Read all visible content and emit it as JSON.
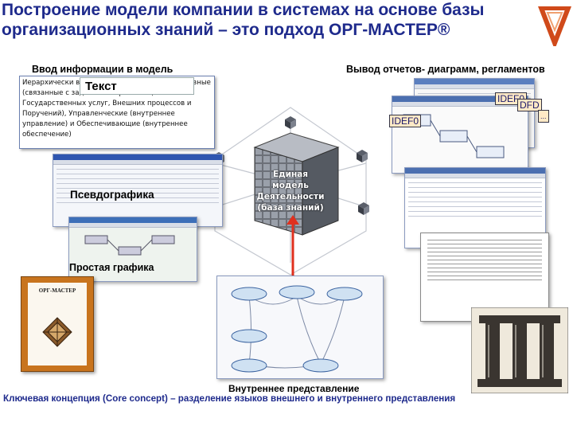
{
  "title": "Построение модели компании в системах на основе базы организационных знаний – это подход ОРГ-МАСТЕР®",
  "input_label": "Ввод информации в модель",
  "output_label": "Вывод отчетов- диаграмм, регламентов",
  "text_tag": "Текст",
  "text_body": "Иерархически в модели можно выделить Основные (связанные с задачами по реализации Государственных услуг, Внешних процессов и Поручений), Управленческие (внутреннее управление) и Обеспечивающие (внутреннее обеспечение)",
  "pseudographics_label": "Псевдографика",
  "simple_graphics_label": "Простая графика",
  "cube_label": "Единая модель Деятельности (база знаний)",
  "idef0_a": "IDEF0",
  "idef0_b": "IDEF0",
  "dfd": "DFD",
  "ellipsis": "...",
  "book_title": "ОРГ-МАСТЕР",
  "internal_label": "Внутреннее представление",
  "key_concept": "Ключевая концепция (Core concept) – разделение языков внешнего и внутреннего представления",
  "colors": {
    "title": "#1e2a8c",
    "arrow": "#e0301e",
    "book": "#c8741e"
  }
}
